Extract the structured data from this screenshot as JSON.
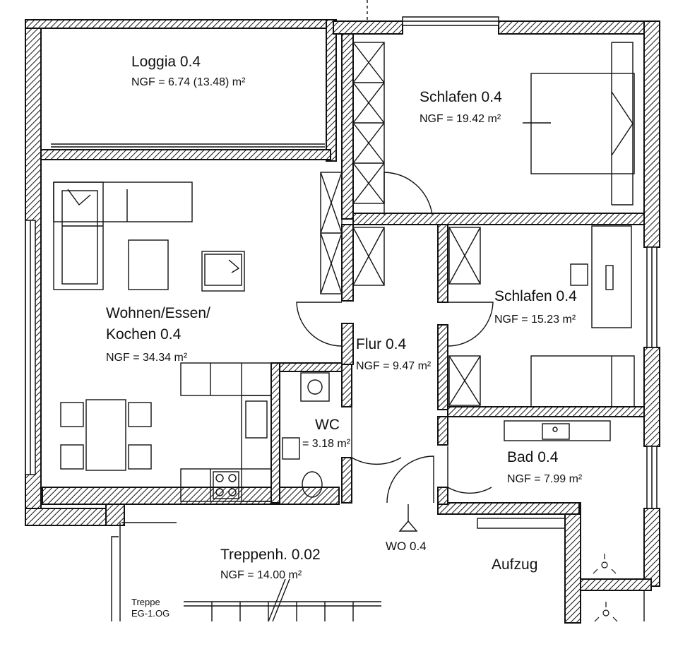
{
  "plan": {
    "rooms": [
      {
        "id": "loggia",
        "name": "Loggia 0.4",
        "area": "NGF = 6.74 (13.48) m²"
      },
      {
        "id": "schlafen1",
        "name": "Schlafen 0.4",
        "area": "NGF = 19.42 m²"
      },
      {
        "id": "wohnen",
        "name_lines": [
          "Wohnen/Essen/",
          "Kochen 0.4"
        ],
        "area": "NGF = 34.34 m²"
      },
      {
        "id": "schlafen2",
        "name": "Schlafen 0.4",
        "area": "NGF = 15.23 m²"
      },
      {
        "id": "flur",
        "name": "Flur 0.4",
        "area": "NGF = 9.47 m²"
      },
      {
        "id": "wc",
        "name": "WC",
        "area": "= 3.18 m²"
      },
      {
        "id": "bad",
        "name": "Bad 0.4",
        "area": "NGF = 7.99 m²"
      },
      {
        "id": "treppenhaus",
        "name": "Treppenh. 0.02",
        "area": "NGF = 14.00 m²"
      }
    ],
    "labels": {
      "entrance": "WO 0.4",
      "elevator": "Aufzug",
      "stair_lines": [
        "Treppe",
        "EG-1.OG"
      ]
    }
  }
}
